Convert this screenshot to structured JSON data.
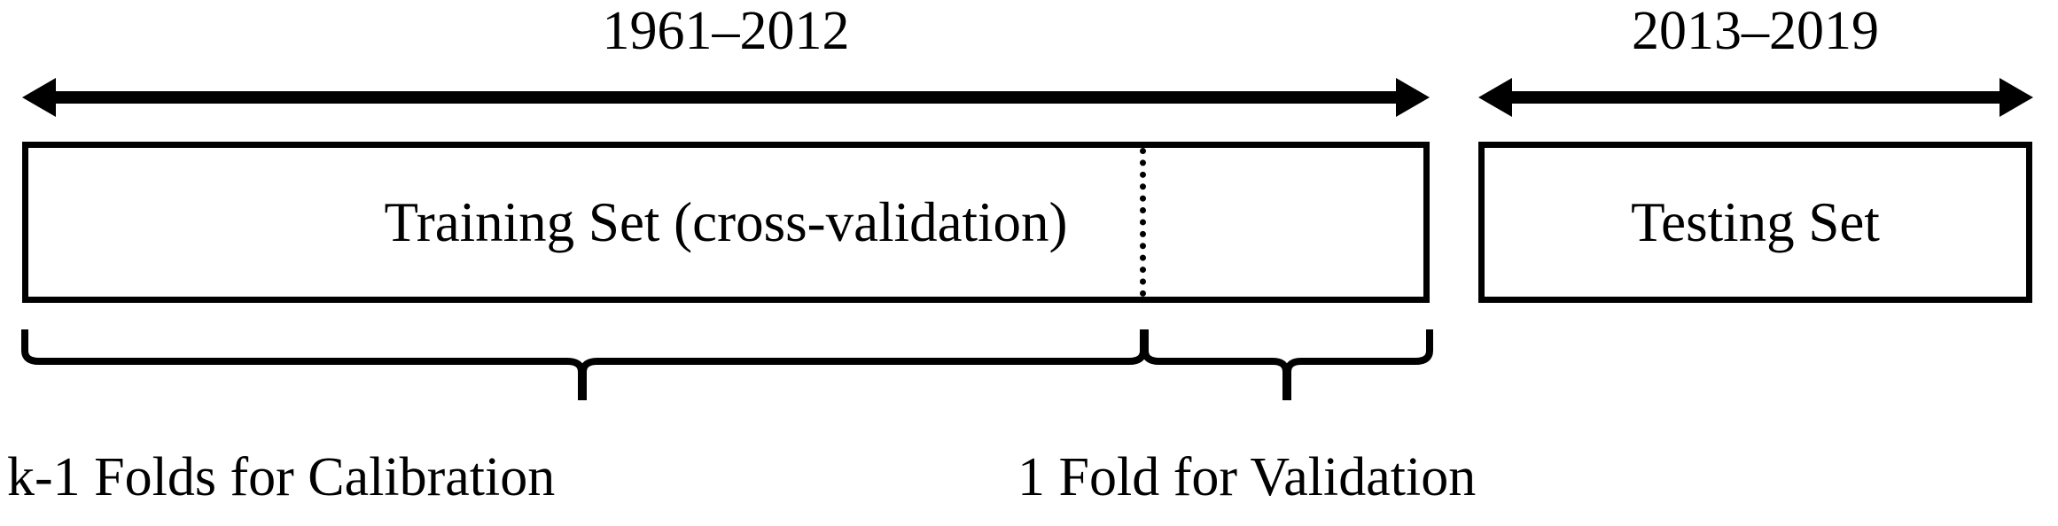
{
  "diagram": {
    "title": "Train-test split with k-fold cross-validation timeline",
    "colors": {
      "stroke": "#000000",
      "background": "#ffffff",
      "text": "#000000"
    },
    "periods": {
      "training_range": "1961–2012",
      "testing_range": "2013–2019"
    },
    "boxes": {
      "training": "Training Set (cross-validation)",
      "testing": "Testing Set"
    },
    "braces": {
      "calibration": "k-1 Folds for Calibration",
      "validation": "1 Fold for Validation"
    },
    "icons": {
      "training_span_arrow": "double-headed-arrow",
      "testing_span_arrow": "double-headed-arrow",
      "fold_divider": "vertical-dotted-divider",
      "calibration_brace": "curly-brace-down",
      "validation_brace": "curly-brace-down"
    }
  }
}
